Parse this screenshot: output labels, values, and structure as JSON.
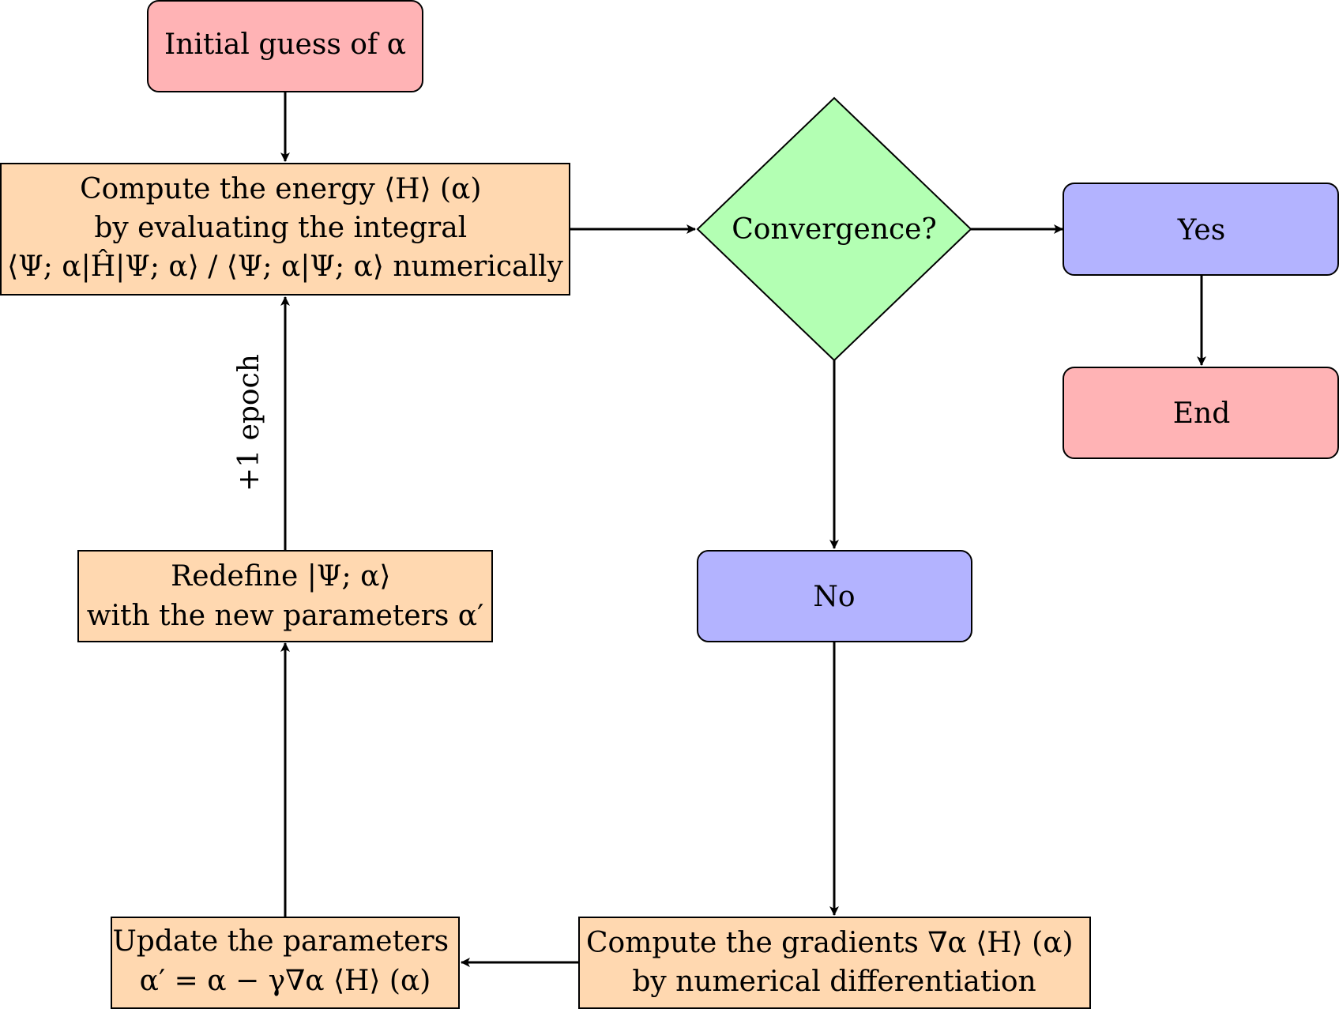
{
  "nodes": {
    "initial_guess": {
      "lines": [
        "Initial guess of α"
      ],
      "color": "#ffb3b5"
    },
    "compute_energy": {
      "lines": [
        "Compute the energy ⟨H⟩ (α)",
        "by evaluating the integral",
        "⟨Ψ; α|Ĥ|Ψ; α⟩ / ⟨Ψ; α|Ψ; α⟩ numerically"
      ],
      "color": "#ffd8b0"
    },
    "convergence": {
      "lines": [
        "Convergence?"
      ],
      "color": "#b3ffb3"
    },
    "yes": {
      "lines": [
        "Yes"
      ],
      "color": "#b3b3ff"
    },
    "end": {
      "lines": [
        "End"
      ],
      "color": "#ffb3b5"
    },
    "no": {
      "lines": [
        "No"
      ],
      "color": "#b3b3ff"
    },
    "compute_gradients": {
      "lines": [
        "Compute the gradients ∇α ⟨H⟩ (α)",
        "by numerical differentiation"
      ],
      "color": "#ffd8b0"
    },
    "update_parameters": {
      "lines": [
        "Update the parameters",
        "α′ = α − γ∇α ⟨H⟩ (α)"
      ],
      "color": "#ffd8b0"
    },
    "redefine": {
      "lines": [
        "Redefine |Ψ; α⟩",
        "with the new parameters α′"
      ],
      "color": "#ffd8b0"
    }
  },
  "edge_labels": {
    "epoch": "+1 epoch"
  }
}
